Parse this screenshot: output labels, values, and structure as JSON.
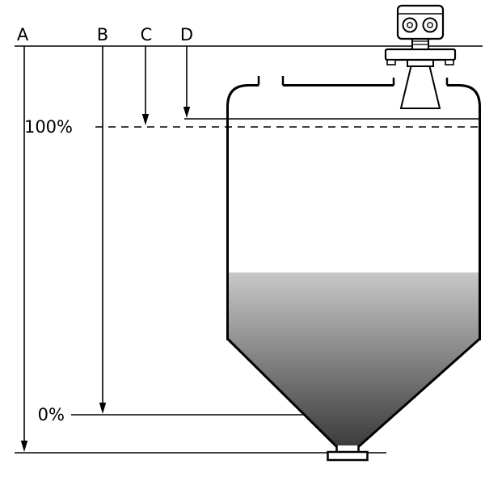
{
  "diagram": {
    "type": "radar-level-measurement-on-conical-tank",
    "labels": {
      "dim_a": "A",
      "dim_b": "B",
      "dim_c": "C",
      "dim_d": "D",
      "level_full": "100%",
      "level_empty": "0%"
    },
    "colors": {
      "line": "#000000",
      "background": "#ffffff",
      "fill_top": "#c8c8c8",
      "fill_bottom": "#3c3c3c"
    },
    "components": {
      "sensor": "radar-level-sensor-icon",
      "vessel": "conical-bottom-tank",
      "contents": "bulk-material-fill"
    }
  }
}
